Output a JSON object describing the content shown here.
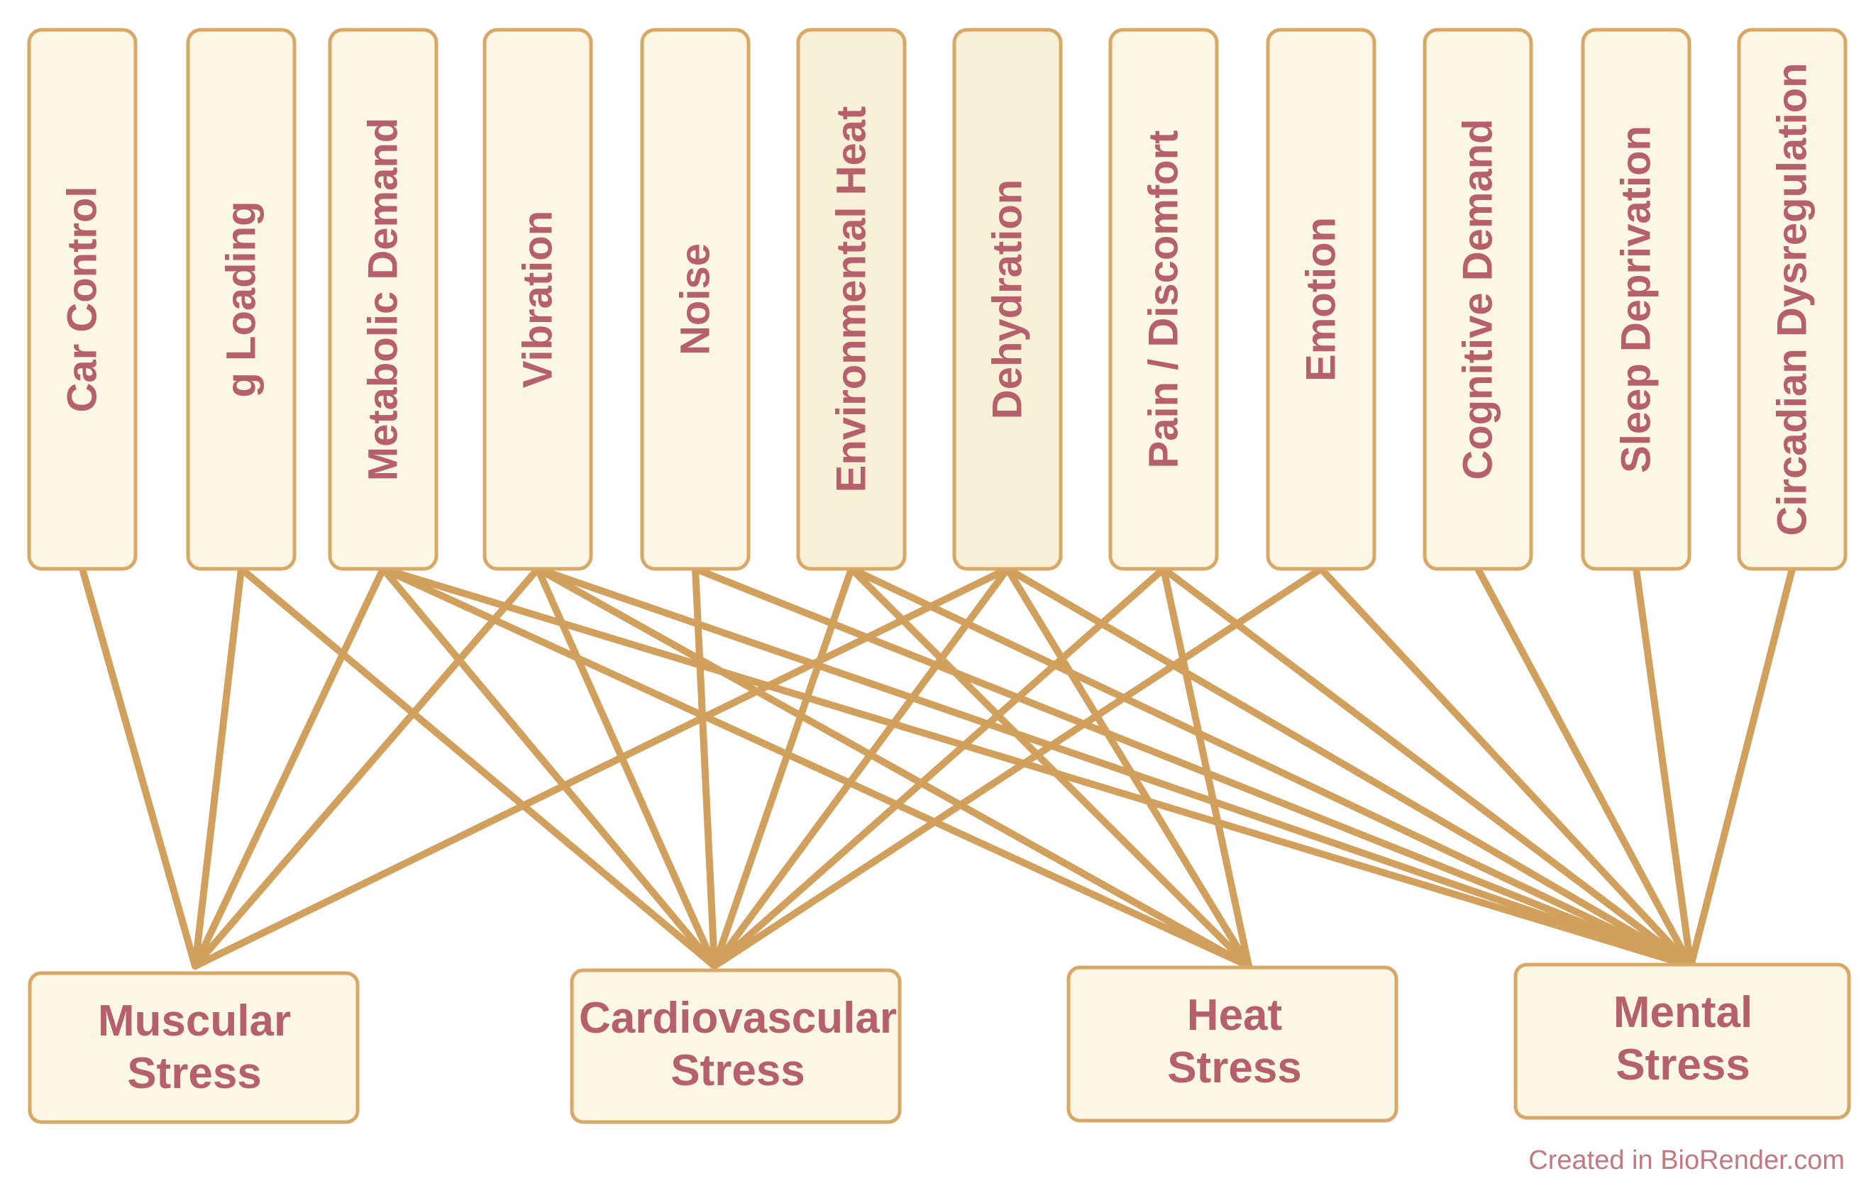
{
  "stressors": [
    {
      "id": "car_control",
      "label": "Car Control"
    },
    {
      "id": "g_loading",
      "label": "g Loading"
    },
    {
      "id": "metabolic_demand",
      "label": "Metabolic Demand"
    },
    {
      "id": "vibration",
      "label": "Vibration"
    },
    {
      "id": "noise",
      "label": "Noise"
    },
    {
      "id": "environmental_heat",
      "label": "Environmental Heat"
    },
    {
      "id": "dehydration",
      "label": "Dehydration"
    },
    {
      "id": "pain_discomfort",
      "label": "Pain / Discomfort"
    },
    {
      "id": "emotion",
      "label": "Emotion"
    },
    {
      "id": "cognitive_demand",
      "label": "Cognitive Demand"
    },
    {
      "id": "sleep_deprivation",
      "label": "Sleep Deprivation"
    },
    {
      "id": "circadian_dysregulation",
      "label": "Circadian Dysregulation"
    }
  ],
  "outcomes": [
    {
      "id": "muscular",
      "line1": "Muscular",
      "line2": "Stress"
    },
    {
      "id": "cardiovascular",
      "line1": "Cardiovascular",
      "line2": "Stress"
    },
    {
      "id": "heat",
      "line1": "Heat",
      "line2": "Stress"
    },
    {
      "id": "mental",
      "line1": "Mental",
      "line2": "Stress"
    }
  ],
  "links": [
    {
      "from": "car_control",
      "to": "muscular"
    },
    {
      "from": "g_loading",
      "to": "muscular"
    },
    {
      "from": "g_loading",
      "to": "cardiovascular"
    },
    {
      "from": "metabolic_demand",
      "to": "muscular"
    },
    {
      "from": "metabolic_demand",
      "to": "cardiovascular"
    },
    {
      "from": "metabolic_demand",
      "to": "heat"
    },
    {
      "from": "metabolic_demand",
      "to": "mental"
    },
    {
      "from": "vibration",
      "to": "muscular"
    },
    {
      "from": "vibration",
      "to": "cardiovascular"
    },
    {
      "from": "vibration",
      "to": "heat"
    },
    {
      "from": "vibration",
      "to": "mental"
    },
    {
      "from": "noise",
      "to": "cardiovascular"
    },
    {
      "from": "noise",
      "to": "mental"
    },
    {
      "from": "environmental_heat",
      "to": "cardiovascular"
    },
    {
      "from": "environmental_heat",
      "to": "heat"
    },
    {
      "from": "environmental_heat",
      "to": "mental"
    },
    {
      "from": "dehydration",
      "to": "muscular"
    },
    {
      "from": "dehydration",
      "to": "cardiovascular"
    },
    {
      "from": "dehydration",
      "to": "heat"
    },
    {
      "from": "dehydration",
      "to": "mental"
    },
    {
      "from": "pain_discomfort",
      "to": "cardiovascular"
    },
    {
      "from": "pain_discomfort",
      "to": "heat"
    },
    {
      "from": "pain_discomfort",
      "to": "mental"
    },
    {
      "from": "emotion",
      "to": "cardiovascular"
    },
    {
      "from": "emotion",
      "to": "mental"
    },
    {
      "from": "cognitive_demand",
      "to": "mental"
    },
    {
      "from": "sleep_deprivation",
      "to": "mental"
    },
    {
      "from": "circadian_dysregulation",
      "to": "mental"
    }
  ],
  "credit": "Created in BioRender.com",
  "colors": {
    "box_fill": "#fbf7e4",
    "box_border": "#d9a766",
    "text": "#b5606b",
    "link": "#d1a05c"
  }
}
